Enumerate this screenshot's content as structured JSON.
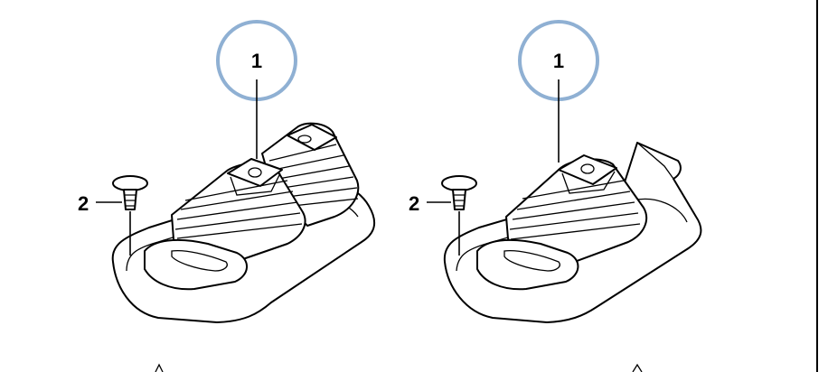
{
  "callouts": [
    {
      "id": "left",
      "label": "1"
    },
    {
      "id": "right",
      "label": "1"
    }
  ],
  "parts": [
    {
      "id": "left-screw",
      "label": "2"
    },
    {
      "id": "right-screw",
      "label": "2"
    }
  ],
  "colors": {
    "callout_circle": "#8fb0d3",
    "line": "#000000",
    "background": "#ffffff"
  }
}
